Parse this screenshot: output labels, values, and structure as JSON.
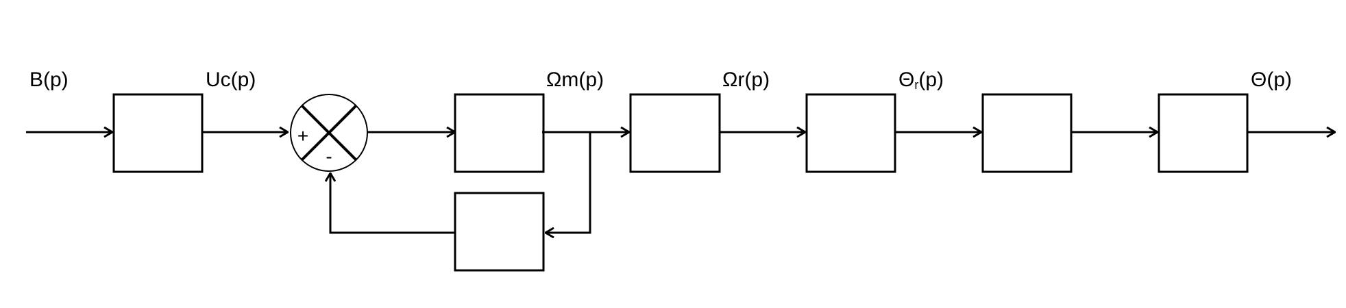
{
  "signals": {
    "b": "B(p)",
    "uc": "Uc(p)",
    "omega_m": "Ωm(p)",
    "omega_r": "Ωr(p)",
    "theta_r_main": "Θ",
    "theta_r_sub": "r",
    "theta_r_tail": "(p)",
    "theta": "Θ(p)"
  },
  "summing_junction": {
    "plus": "+",
    "minus": "-"
  }
}
